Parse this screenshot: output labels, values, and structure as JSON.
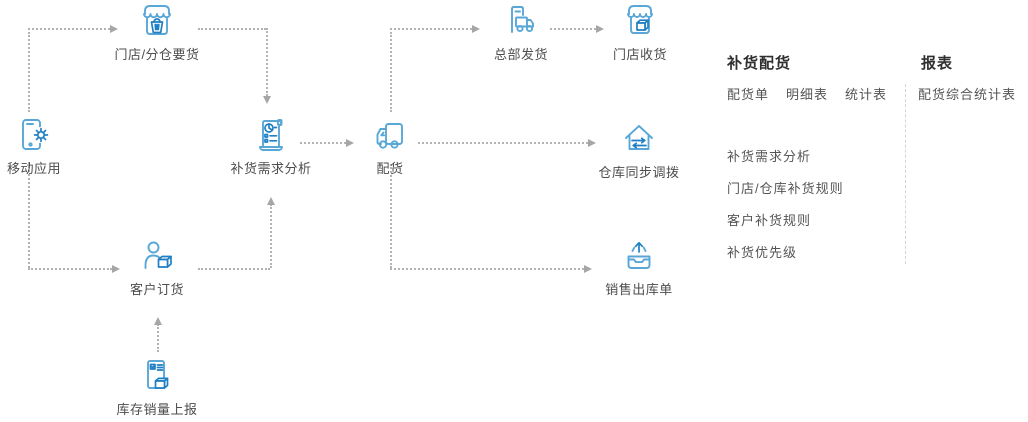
{
  "diagram": {
    "nodes": [
      {
        "id": "store-request",
        "label": "门店/分仓要货",
        "icon": "storefront-basket-icon"
      },
      {
        "id": "mobile-app",
        "label": "移动应用",
        "icon": "mobile-gear-icon"
      },
      {
        "id": "replenish-analysis",
        "label": "补货需求分析",
        "icon": "analysis-scroll-icon"
      },
      {
        "id": "dispatch",
        "label": "配货",
        "icon": "delivery-truck-icon"
      },
      {
        "id": "hq-ship",
        "label": "总部发货",
        "icon": "warehouse-truck-icon"
      },
      {
        "id": "store-receive",
        "label": "门店收货",
        "icon": "storefront-box-icon"
      },
      {
        "id": "warehouse-transfer",
        "label": "仓库同步调拨",
        "icon": "warehouse-sync-icon"
      },
      {
        "id": "sales-outbound",
        "label": "销售出库单",
        "icon": "outbox-arrow-icon"
      },
      {
        "id": "customer-order",
        "label": "客户订货",
        "icon": "customer-box-icon"
      },
      {
        "id": "inventory-report",
        "label": "库存销量上报",
        "icon": "checklist-box-icon"
      }
    ],
    "flows": [
      {
        "from": "mobile-app",
        "to": "store-request"
      },
      {
        "from": "store-request",
        "to": "replenish-analysis"
      },
      {
        "from": "mobile-app",
        "to": "customer-order"
      },
      {
        "from": "customer-order",
        "to": "replenish-analysis"
      },
      {
        "from": "inventory-report",
        "to": "customer-order"
      },
      {
        "from": "replenish-analysis",
        "to": "dispatch"
      },
      {
        "from": "dispatch",
        "to": "hq-ship"
      },
      {
        "from": "hq-ship",
        "to": "store-receive"
      },
      {
        "from": "dispatch",
        "to": "warehouse-transfer"
      },
      {
        "from": "dispatch",
        "to": "sales-outbound"
      }
    ]
  },
  "panel": {
    "replenish": {
      "title": "补货配货",
      "tabs": [
        "配货单",
        "明细表",
        "统计表"
      ],
      "items": [
        "补货需求分析",
        "门店/仓库补货规则",
        "客户补货规则",
        "补货优先级"
      ]
    },
    "report": {
      "title": "报表",
      "items": [
        "配货综合统计表"
      ]
    }
  },
  "colors": {
    "icon_primary": "#58a7d7",
    "icon_accent": "#1f7fc4",
    "connector": "#b3b3b3",
    "label_text": "#4d4d4d",
    "title_text": "#2f2f2f"
  }
}
